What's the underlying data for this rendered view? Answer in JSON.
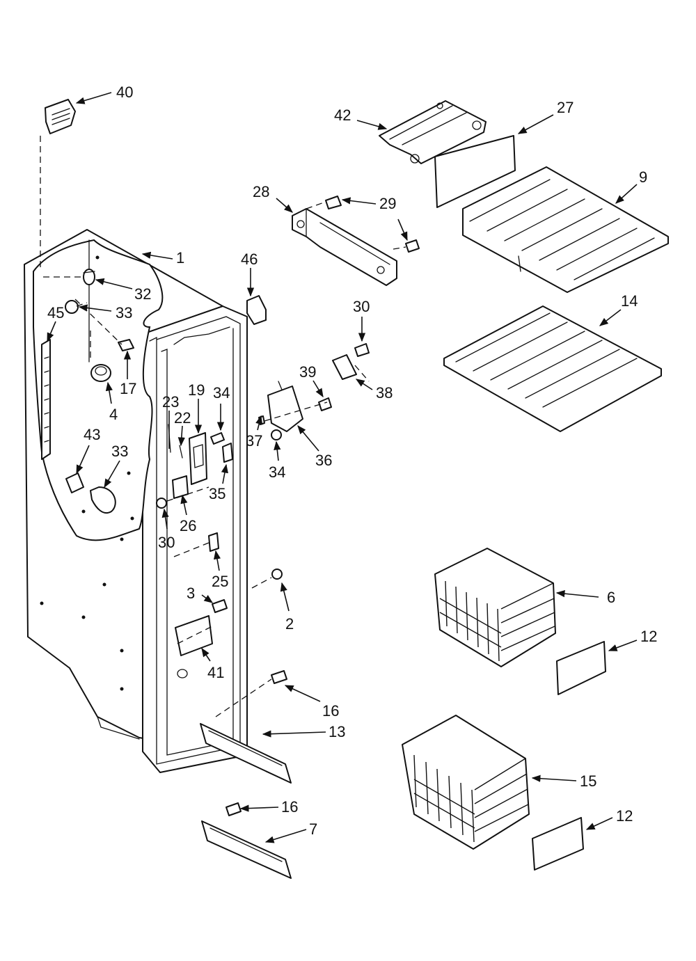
{
  "diagram": {
    "callouts": [
      {
        "id": "c40",
        "label": "40"
      },
      {
        "id": "c42",
        "label": "42"
      },
      {
        "id": "c27",
        "label": "27"
      },
      {
        "id": "c28",
        "label": "28"
      },
      {
        "id": "c29",
        "label": "29"
      },
      {
        "id": "c9",
        "label": "9"
      },
      {
        "id": "c1",
        "label": "1"
      },
      {
        "id": "c46",
        "label": "46"
      },
      {
        "id": "c32",
        "label": "32"
      },
      {
        "id": "c33a",
        "label": "33"
      },
      {
        "id": "c45",
        "label": "45"
      },
      {
        "id": "c30a",
        "label": "30"
      },
      {
        "id": "c14",
        "label": "14"
      },
      {
        "id": "c17",
        "label": "17"
      },
      {
        "id": "c39",
        "label": "39"
      },
      {
        "id": "c38",
        "label": "38"
      },
      {
        "id": "c19",
        "label": "19"
      },
      {
        "id": "c34a",
        "label": "34"
      },
      {
        "id": "c23",
        "label": "23"
      },
      {
        "id": "c22",
        "label": "22"
      },
      {
        "id": "c4",
        "label": "4"
      },
      {
        "id": "c43",
        "label": "43"
      },
      {
        "id": "c33b",
        "label": "33"
      },
      {
        "id": "c37",
        "label": "37"
      },
      {
        "id": "c36",
        "label": "36"
      },
      {
        "id": "c34b",
        "label": "34"
      },
      {
        "id": "c35",
        "label": "35"
      },
      {
        "id": "c26",
        "label": "26"
      },
      {
        "id": "c30b",
        "label": "30"
      },
      {
        "id": "c25",
        "label": "25"
      },
      {
        "id": "c6",
        "label": "6"
      },
      {
        "id": "c3",
        "label": "3"
      },
      {
        "id": "c2",
        "label": "2"
      },
      {
        "id": "c12a",
        "label": "12"
      },
      {
        "id": "c41",
        "label": "41"
      },
      {
        "id": "c16a",
        "label": "16"
      },
      {
        "id": "c13",
        "label": "13"
      },
      {
        "id": "c15",
        "label": "15"
      },
      {
        "id": "c16b",
        "label": "16"
      },
      {
        "id": "c12b",
        "label": "12"
      },
      {
        "id": "c7",
        "label": "7"
      }
    ]
  }
}
